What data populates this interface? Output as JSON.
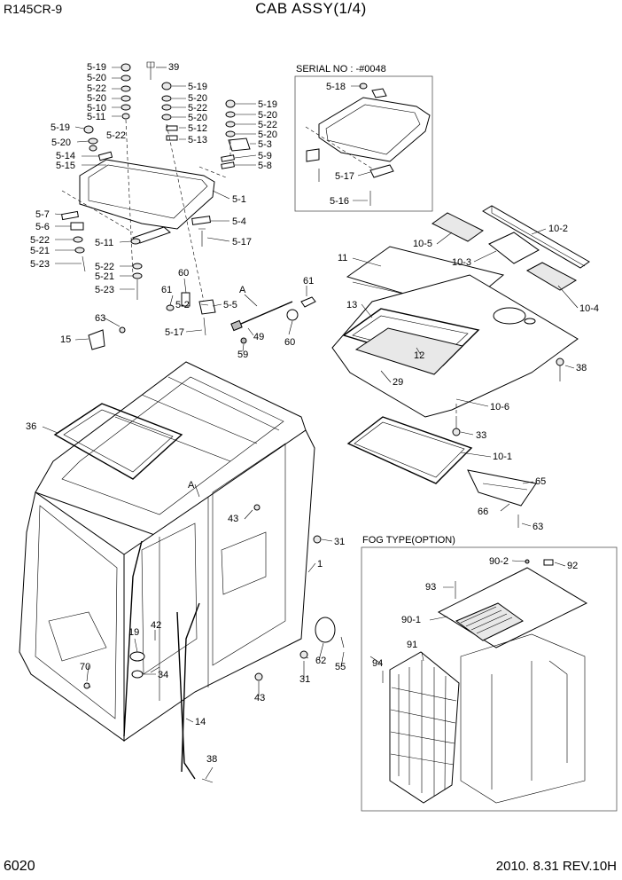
{
  "header": {
    "model": "R145CR-9",
    "title": "CAB ASSY(1/4)"
  },
  "footer": {
    "page": "6020",
    "revision": "2010. 8.31  REV.10H"
  },
  "insets": {
    "serial": "SERIAL NO : -#0048",
    "fog": "FOG TYPE(OPTION)"
  },
  "labels": {
    "l5_19a": "5-19",
    "l5_20a": "5-20",
    "l5_22a": "5-22",
    "l5_20b": "5-20",
    "l5_10": "5-10",
    "l5_11a": "5-11",
    "l39": "39",
    "l5_19b": "5-19",
    "l5_20c": "5-20",
    "l5_22b": "5-22",
    "l5_20d": "5-20",
    "l5_12": "5-12",
    "l5_13": "5-13",
    "l5_19c": "5-19",
    "l5_20e": "5-20",
    "l5_22c": "5-22",
    "l5_20f": "5-20",
    "l5_3": "5-3",
    "l5_9": "5-9",
    "l5_8": "5-8",
    "l5_19d": "5-19",
    "l5_20g": "5-20",
    "l5_22d": "5-22",
    "l5_14": "5-14",
    "l5_15": "5-15",
    "l5_1": "5-1",
    "l5_4": "5-4",
    "l5_17a": "5-17",
    "l5_7": "5-7",
    "l5_6": "5-6",
    "l5_22e": "5-22",
    "l5_21a": "5-21",
    "l5_23a": "5-23",
    "l5_11b": "5-11",
    "l5_22f": "5-22",
    "l5_21b": "5-21",
    "l5_23b": "5-23",
    "l60a": "60",
    "l61a": "61",
    "l5_2": "5-2",
    "l5_5": "5-5",
    "lA1": "A",
    "l61b": "61",
    "l63a": "63",
    "l15": "15",
    "l5_17b": "5-17",
    "l49": "49",
    "l59": "59",
    "l60b": "60",
    "l5_18": "5-18",
    "l5_17c": "5-17",
    "l5_16": "5-16",
    "l10_2": "10-2",
    "l10_5": "10-5",
    "l10_3": "10-3",
    "l11": "11",
    "l10_4": "10-4",
    "l13": "13",
    "l12": "12",
    "l29": "29",
    "l38a": "38",
    "l10_6": "10-6",
    "l33": "33",
    "l10_1": "10-1",
    "l65": "65",
    "l66": "66",
    "l63b": "63",
    "l36": "36",
    "lA2": "A",
    "l43a": "43",
    "l31a": "31",
    "l1": "1",
    "l42": "42",
    "l19": "19",
    "l70": "70",
    "l34": "34",
    "l62": "62",
    "l55": "55",
    "l31b": "31",
    "l43b": "43",
    "l14": "14",
    "l38b": "38",
    "l90_2": "90-2",
    "l92": "92",
    "l93": "93",
    "l90_1": "90-1",
    "l91": "91",
    "l94": "94"
  }
}
